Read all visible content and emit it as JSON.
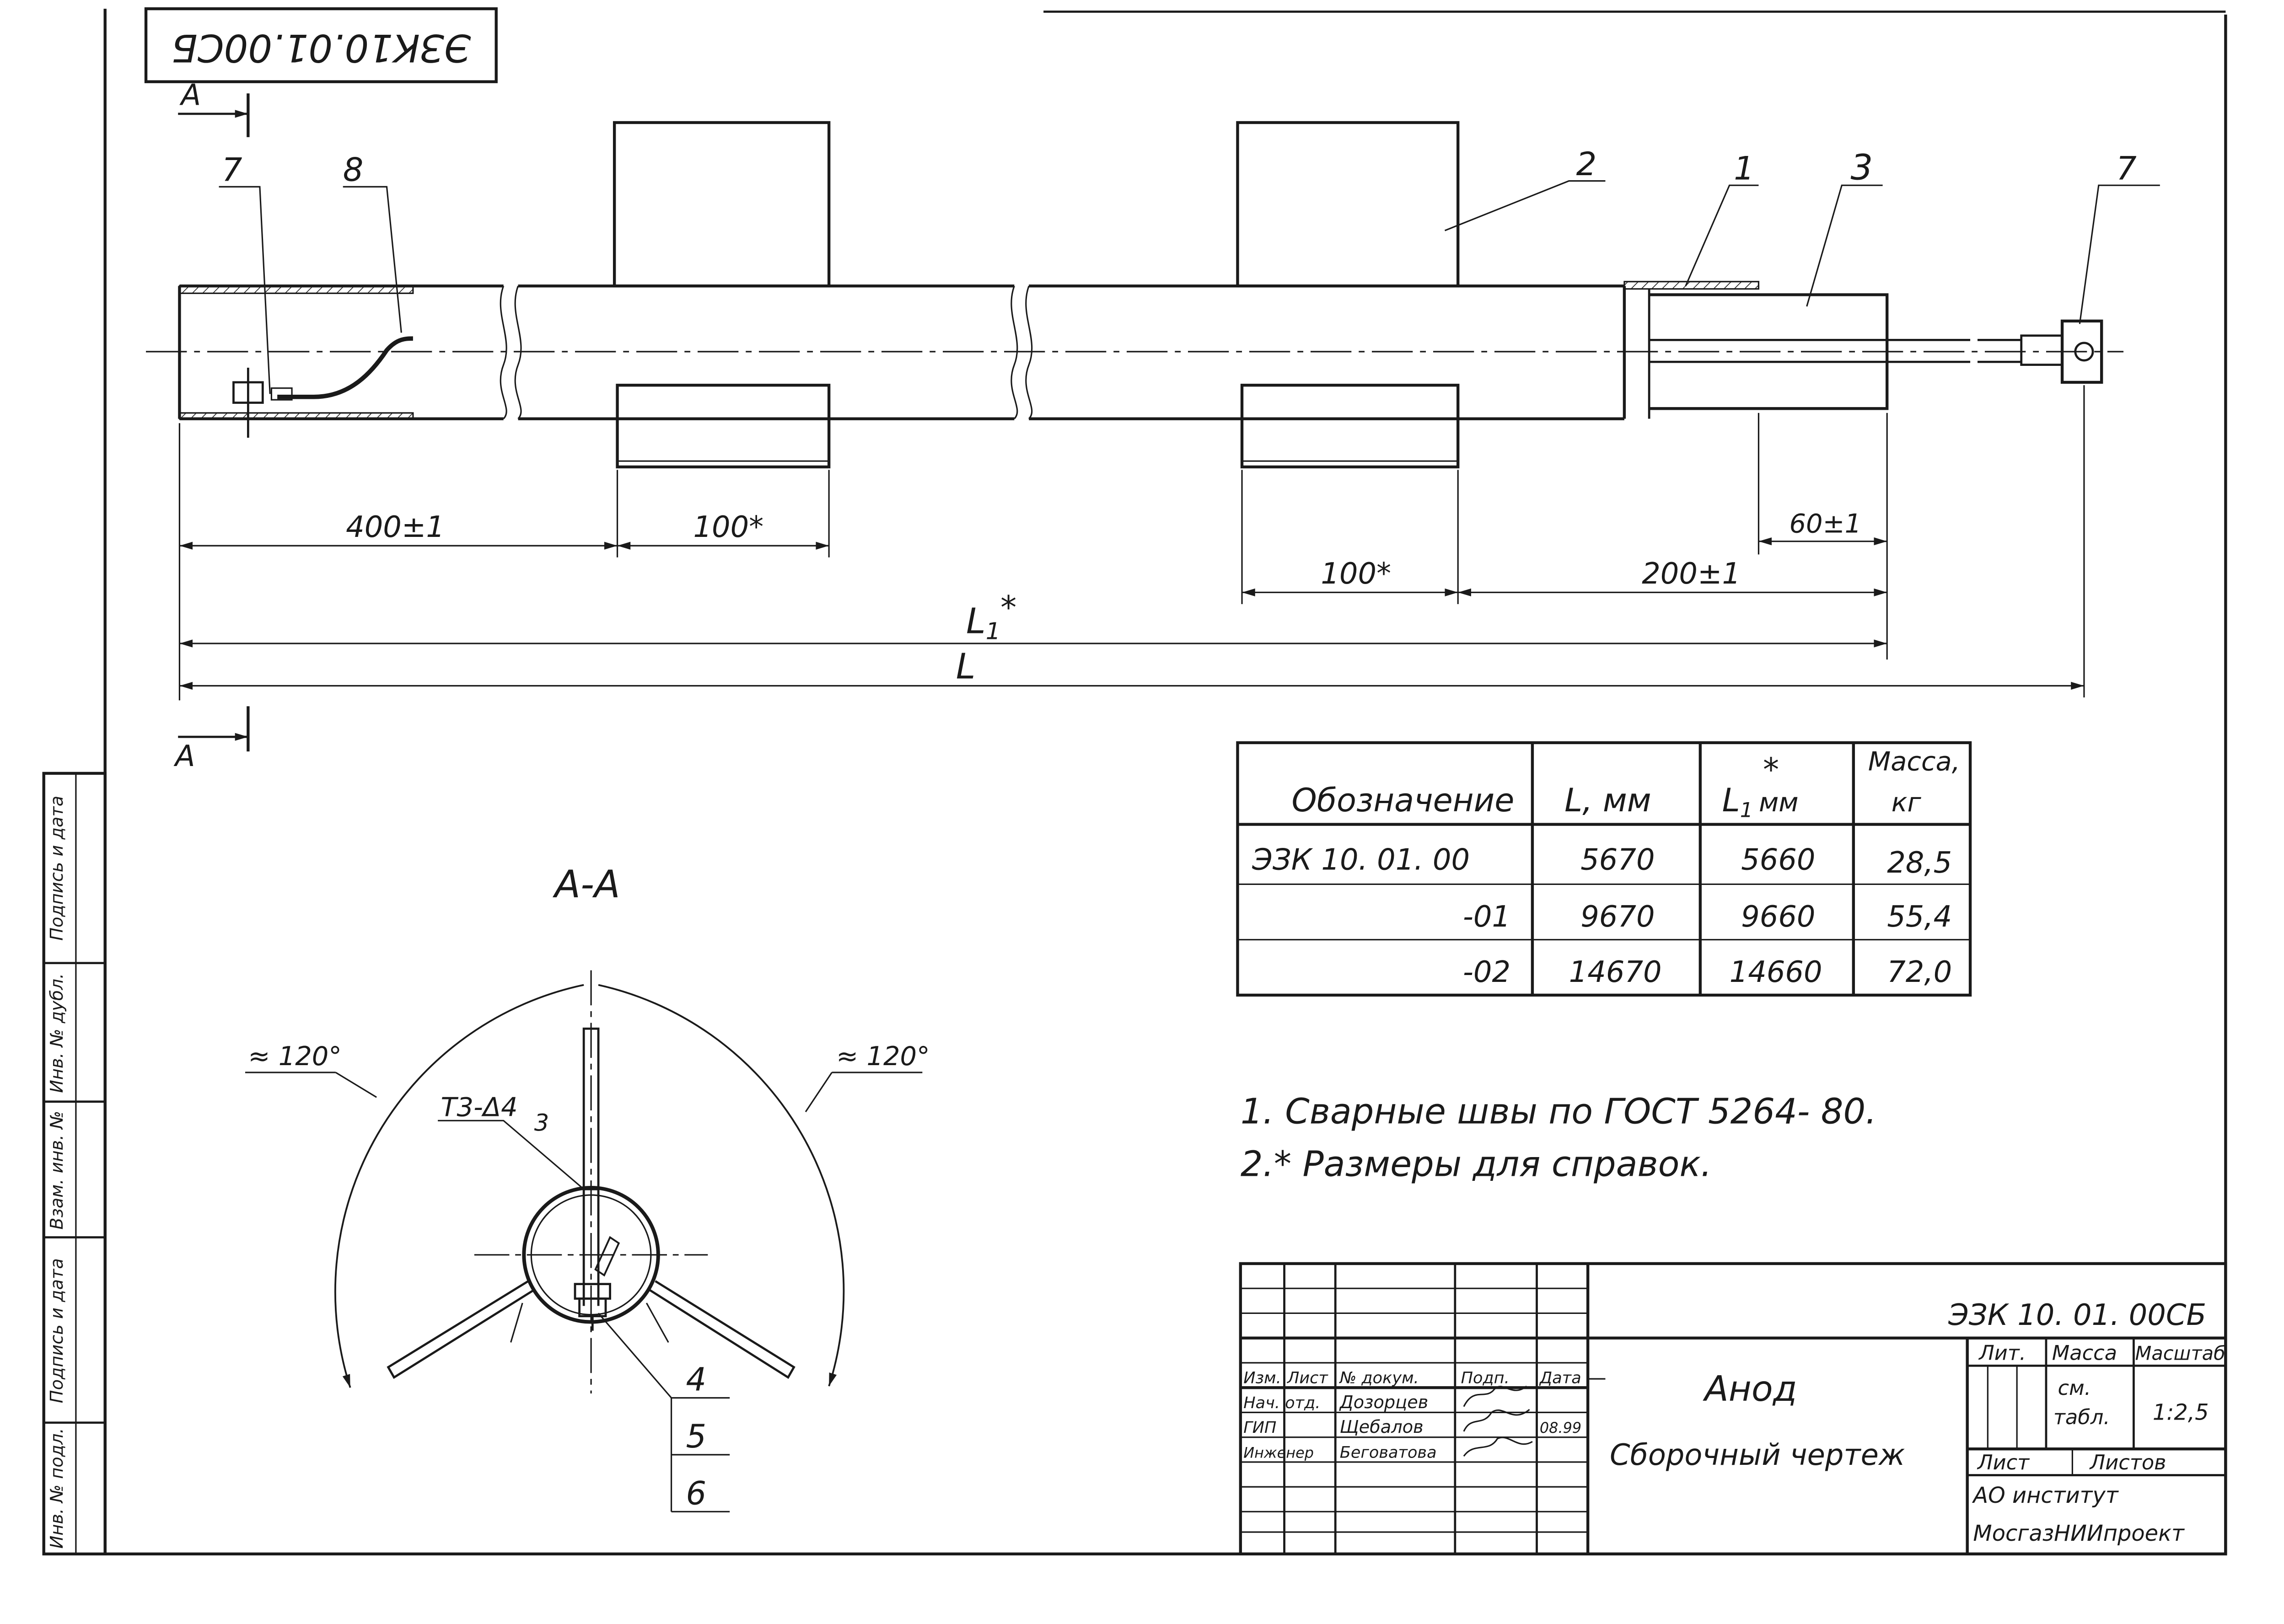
{
  "stamp_code_rotated": "ЭЗК10.01.00СБ",
  "section_marker": "А",
  "section_title": "А-А",
  "callouts": {
    "c1": "1",
    "c2": "2",
    "c3": "3",
    "c7a": "7",
    "c7b": "7",
    "c8": "8",
    "c4": "4",
    "c5": "5",
    "c6": "6",
    "c3_section": "3"
  },
  "dimensions": {
    "d400": "400±1",
    "d100a": "100*",
    "d100b": "100*",
    "d200": "200±1",
    "d60": "60±1",
    "L1": "L",
    "L1_sub": "1",
    "L1_star": "*",
    "L": "L"
  },
  "angles": {
    "left": "≈ 120°",
    "right": "≈ 120°"
  },
  "weld_mark": "Т3-Δ4",
  "variants_table": {
    "headers": {
      "designation": "Обозначение",
      "L": "L, мм",
      "L1": "L",
      "L1_sub": "1",
      "L1_unit": "мм",
      "L1_star": "*",
      "mass_1": "Масса,",
      "mass_2": "кг"
    },
    "rows": [
      {
        "designation": "ЭЗК 10. 01. 00",
        "L": "5670",
        "L1": "5660",
        "mass": "28,5"
      },
      {
        "designation": "-01",
        "L": "9670",
        "L1": "9660",
        "mass": "55,4"
      },
      {
        "designation": "-02",
        "L": "14670",
        "L1": "14660",
        "mass": "72,0"
      }
    ]
  },
  "notes": [
    "1. Сварные швы по ГОСТ 5264- 80.",
    "2.* Размеры для справок."
  ],
  "side_column": [
    "Инв. № подл.",
    "Подпись и дата",
    "Взам. инв. №",
    "Инв. № дубл.",
    "Подпись и дата"
  ],
  "title_block": {
    "doc_code": "ЭЗК 10. 01. 00СБ",
    "name": "Анод",
    "subtitle": "Сборочный чертеж",
    "lit": "Лит.",
    "mass": "Масса",
    "scale": "Масштаб",
    "mass_value_1": "см.",
    "mass_value_2": "табл.",
    "scale_value": "1:2,5",
    "sheet": "Лист",
    "sheets": "Листов",
    "org_1": "АО институт",
    "org_2": "МосгазНИИпроект",
    "head_cols": [
      "Изм.",
      "Лист",
      "№ докум.",
      "Подп.",
      "Дата"
    ],
    "staff": [
      {
        "role": "Нач. отд.",
        "name": "Дозорцев",
        "date": ""
      },
      {
        "role": "ГИП",
        "name": "Щебалов",
        "date": "08.99"
      },
      {
        "role": "Инженер",
        "name": "Беговатова",
        "date": ""
      }
    ]
  }
}
